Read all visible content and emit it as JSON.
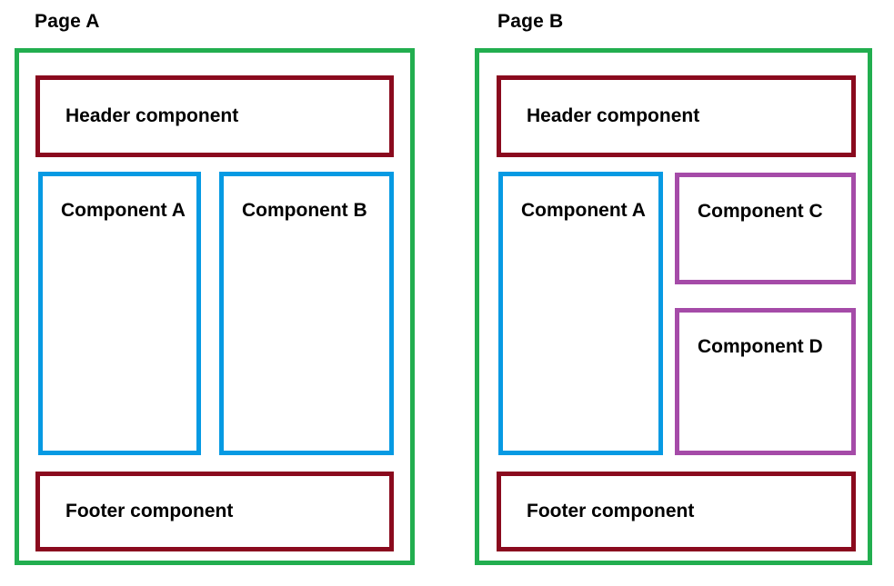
{
  "diagram": {
    "title_a": "Page A",
    "title_b": "Page B",
    "colors": {
      "page_frame": "#22ae4f",
      "header_footer": "#8a0a1e",
      "shared_component": "#069ae3",
      "page_specific_component": "#a54ba8",
      "text": "#000000",
      "background": "#ffffff"
    }
  },
  "page_a": {
    "label": "Page A",
    "header": {
      "label": "Header component"
    },
    "footer": {
      "label": "Footer component"
    },
    "components": [
      {
        "label": "Component A"
      },
      {
        "label": "Component B"
      }
    ]
  },
  "page_b": {
    "label": "Page B",
    "header": {
      "label": "Header component"
    },
    "footer": {
      "label": "Footer component"
    },
    "components": [
      {
        "label": "Component A"
      },
      {
        "label": "Component C"
      },
      {
        "label": "Component D"
      }
    ]
  }
}
